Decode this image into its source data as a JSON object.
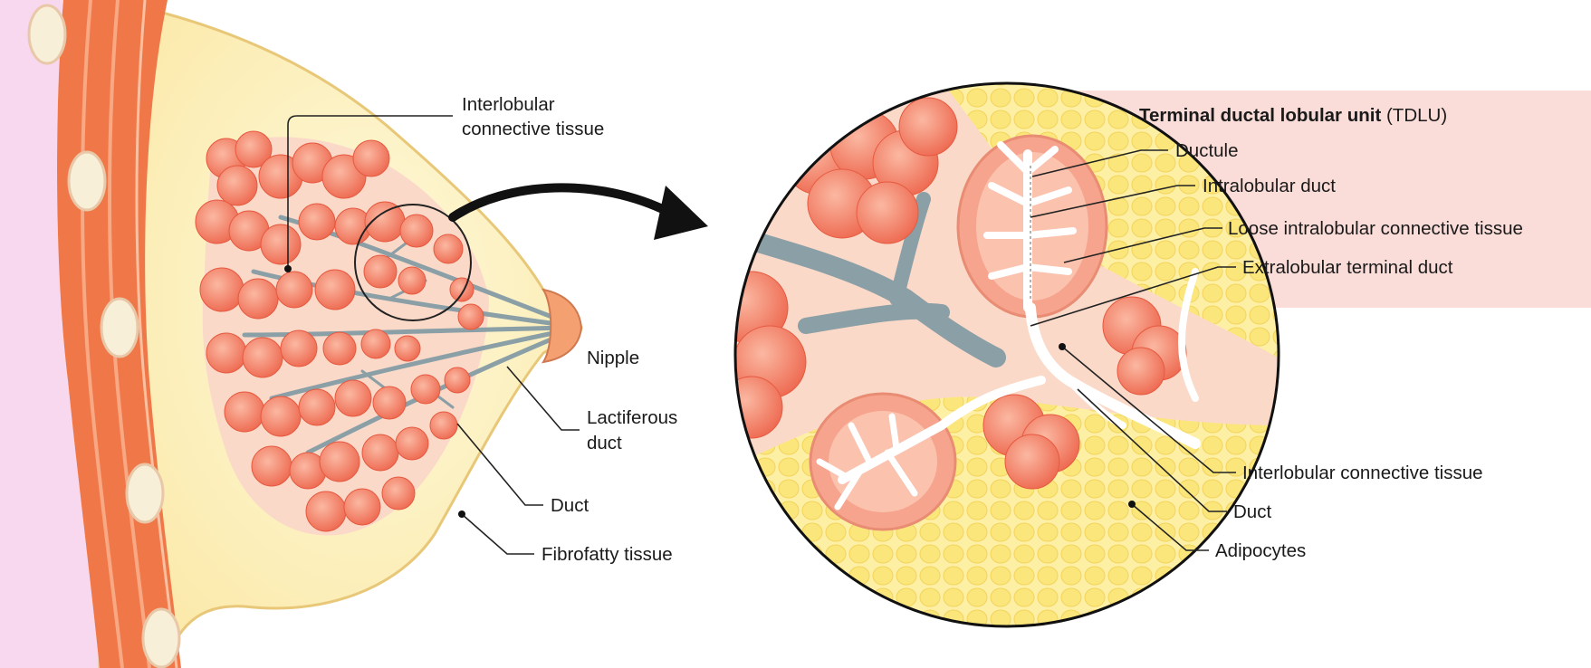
{
  "left_panel": {
    "labels": {
      "interlobular_line1": "Interlobular",
      "interlobular_line2": "connective tissue",
      "nipple": "Nipple",
      "lactiferous_line1": "Lactiferous",
      "lactiferous_line2": "duct",
      "duct": "Duct",
      "fibrofatty": "Fibrofatty tissue"
    }
  },
  "right_panel": {
    "title_bold": "Terminal ductal lobular unit",
    "title_abbr": " (TDLU)",
    "labels": {
      "ductule": "Ductule",
      "intralobular_duct": "Intralobular duct",
      "loose_intralobular": "Loose intralobular connective tissue",
      "extralobular_terminal": "Extralobular terminal duct",
      "interlobular_ct": "Interlobular connective tissue",
      "duct": "Duct",
      "adipocytes": "Adipocytes"
    }
  },
  "colors": {
    "skin_pink": "#f8d8ee",
    "muscle_orange": "#f07848",
    "fat_cream": "#fdf4c8",
    "lobule_salmon": "#f4836a",
    "duct_grey": "#8a9fa6",
    "connective_peach": "#fbd9c8",
    "adipocyte_yellow": "#fbe98a",
    "tdlu_band": "#fadcd8"
  }
}
